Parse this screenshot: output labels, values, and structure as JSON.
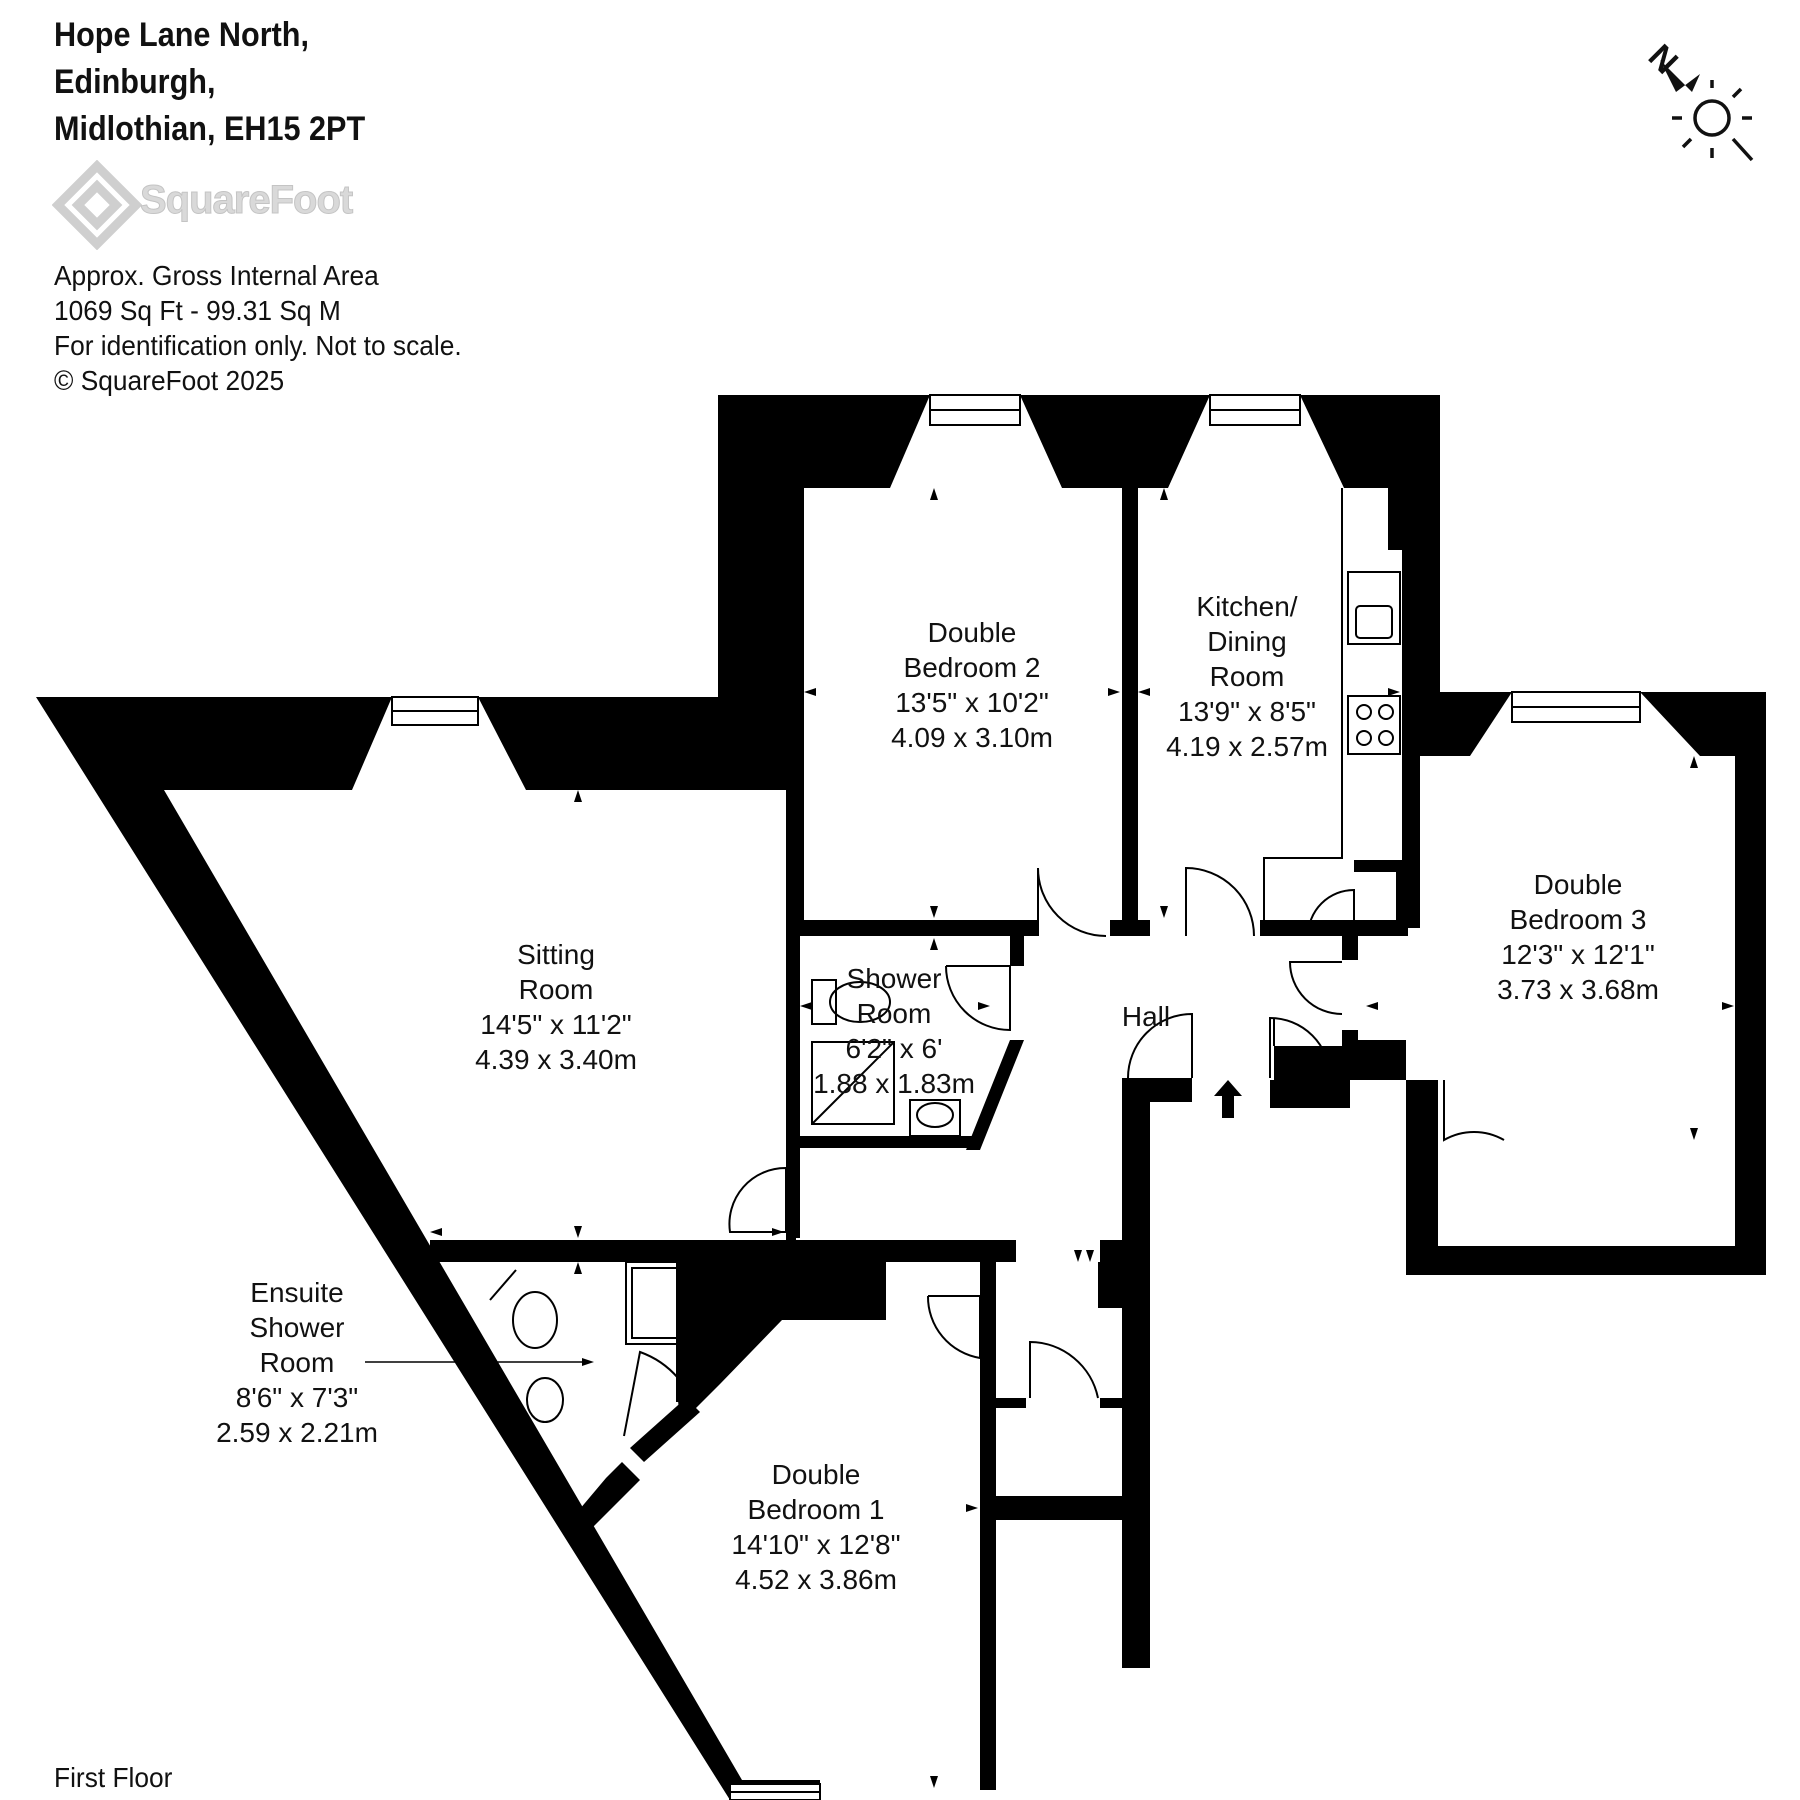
{
  "address": {
    "line1": "Hope Lane North,",
    "line2": "Edinburgh,",
    "line3": "Midlothian, EH15 2PT"
  },
  "logo": {
    "text": "SquareFoot"
  },
  "info": {
    "area_label": "Approx. Gross Internal Area",
    "area_value": "1069 Sq Ft  -  99.31 Sq M",
    "disclaimer": "For identification only. Not to scale.",
    "copyright": "© SquareFoot 2025"
  },
  "compass": {
    "label": "N"
  },
  "floor_label": "First Floor",
  "rooms": {
    "bedroom2": {
      "name1": "Double",
      "name2": "Bedroom 2",
      "imperial": "13'5\" x 10'2\"",
      "metric": "4.09 x 3.10m"
    },
    "kitchen": {
      "name1": "Kitchen/",
      "name2": "Dining",
      "name3": "Room",
      "imperial": "13'9\" x 8'5\"",
      "metric": "4.19 x 2.57m"
    },
    "bedroom3": {
      "name1": "Double",
      "name2": "Bedroom 3",
      "imperial": "12'3\" x 12'1\"",
      "metric": "3.73 x 3.68m"
    },
    "sitting": {
      "name1": "Sitting",
      "name2": "Room",
      "imperial": "14'5\" x 11'2\"",
      "metric": "4.39 x 3.40m"
    },
    "shower": {
      "name1": "Shower",
      "name2": "Room",
      "imperial": "6'2\" x 6'",
      "metric": "1.88 x 1.83m"
    },
    "hall": {
      "name": "Hall"
    },
    "ensuite": {
      "name1": "Ensuite",
      "name2": "Shower",
      "name3": "Room",
      "imperial": "8'6\" x 7'3\"",
      "metric": "2.59 x 2.21m"
    },
    "bedroom1": {
      "name1": "Double",
      "name2": "Bedroom 1",
      "imperial": "14'10\" x 12'8\"",
      "metric": "4.52 x 3.86m"
    }
  }
}
